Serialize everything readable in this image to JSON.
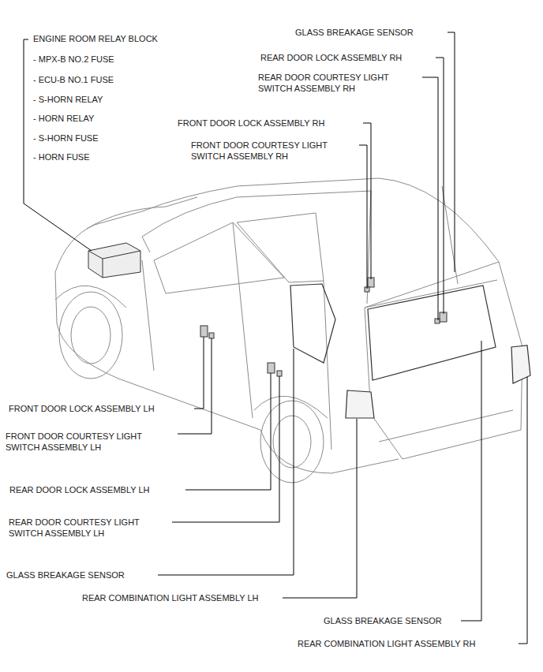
{
  "diagram": {
    "labels": [
      "ENGINE ROOM RELAY BLOCK",
      "- MPX-B NO.2 FUSE",
      "- ECU-B NO.1 FUSE",
      "- S-HORN RELAY",
      "- HORN RELAY",
      "- S-HORN FUSE",
      "- HORN FUSE",
      "GLASS BREAKAGE SENSOR",
      "REAR DOOR LOCK ASSEMBLY RH",
      "REAR DOOR COURTESY LIGHT SWITCH ASSEMBLY RH",
      "FRONT DOOR LOCK ASSEMBLY RH",
      "FRONT DOOR COURTESY LIGHT SWITCH ASSEMBLY RH",
      "FRONT DOOR LOCK ASSEMBLY LH",
      "FRONT DOOR COURTESY LIGHT SWITCH ASSEMBLY LH",
      "REAR DOOR LOCK ASSEMBLY LH",
      "REAR DOOR COURTESY LIGHT SWITCH ASSEMBLY LH",
      "GLASS BREAKAGE SENSOR",
      "REAR COMBINATION LIGHT ASSEMBLY LH",
      "GLASS BREAKAGE SENSOR",
      "REAR COMBINATION LIGHT ASSEMBLY RH"
    ]
  }
}
